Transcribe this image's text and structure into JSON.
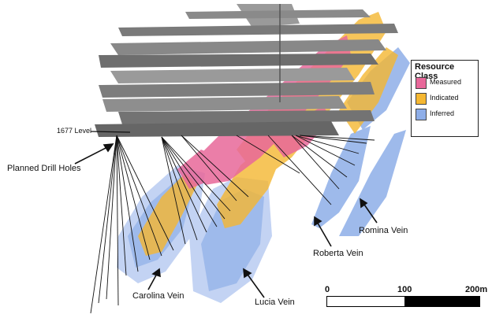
{
  "labels": {
    "level": "1677 Level",
    "drill_holes": "Planned Drill Holes",
    "carolina": "Carolina Vein",
    "lucia": "Lucia Vein",
    "roberta": "Roberta Vein",
    "romina": "Romina Vein"
  },
  "legend": {
    "title": "Resource Class",
    "items": [
      {
        "label": "Measured",
        "color": "#e8689a"
      },
      {
        "label": "Indicated",
        "color": "#f5b731"
      },
      {
        "label": "Inferred",
        "color": "#8eaee8"
      }
    ]
  },
  "scale": {
    "ticks": [
      "0",
      "100",
      "200m"
    ]
  },
  "colors": {
    "measured": "#e8689a",
    "indicated": "#f5b731",
    "inferred": "#8eaee8",
    "inferred_light": "#b9ccf2",
    "workings": "#7d7d7d"
  }
}
